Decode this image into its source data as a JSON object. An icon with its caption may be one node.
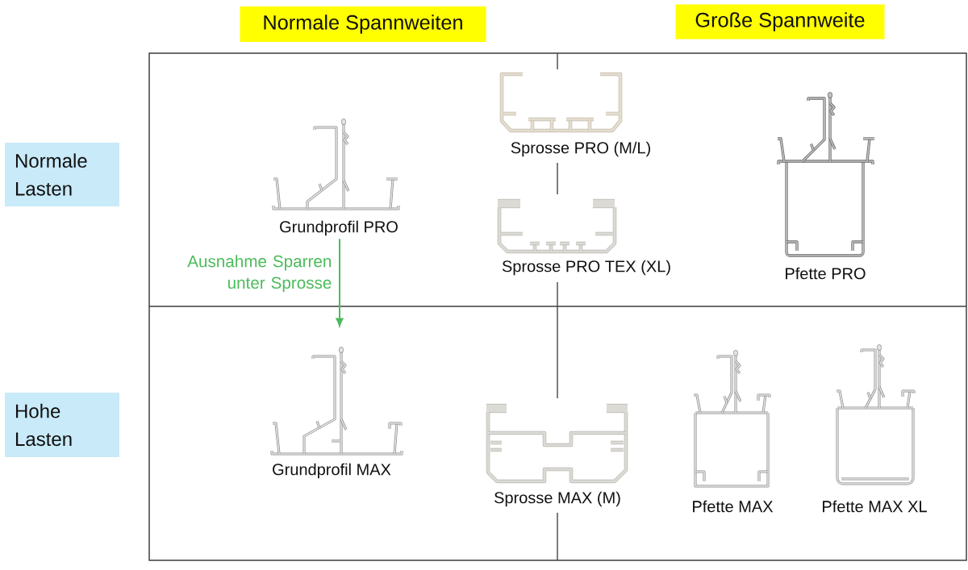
{
  "diagram": {
    "nodes": [
      {
        "text": [
          "Normale Spannweiten"
        ]
      },
      {
        "text": [
          "Große Spannweite"
        ]
      },
      {
        "text": [
          "Normale Lasten"
        ]
      },
      {
        "text": [
          "Hohe Lasten"
        ]
      },
      {
        "text": [
          "Grundprofil PRO"
        ]
      },
      {
        "text": [
          "Sprosse PRO (M/L)"
        ]
      },
      {
        "text": [
          "Sprosse PRO TEX (XL)"
        ]
      },
      {
        "text": [
          "Pfette PRO"
        ]
      },
      {
        "text": [
          "Grundprofil MAX"
        ]
      },
      {
        "text": [
          "Sprosse MAX (M)"
        ]
      },
      {
        "text": [
          "Pfette MAX"
        ]
      },
      {
        "text": [
          "Pfette MAX XL"
        ]
      }
    ],
    "edges": [
      {
        "from": 4,
        "to": 8,
        "arrow": "to",
        "label": "Ausnahme Sparren unter Sprosse",
        "color": "#4cbb5b"
      }
    ]
  }
}
